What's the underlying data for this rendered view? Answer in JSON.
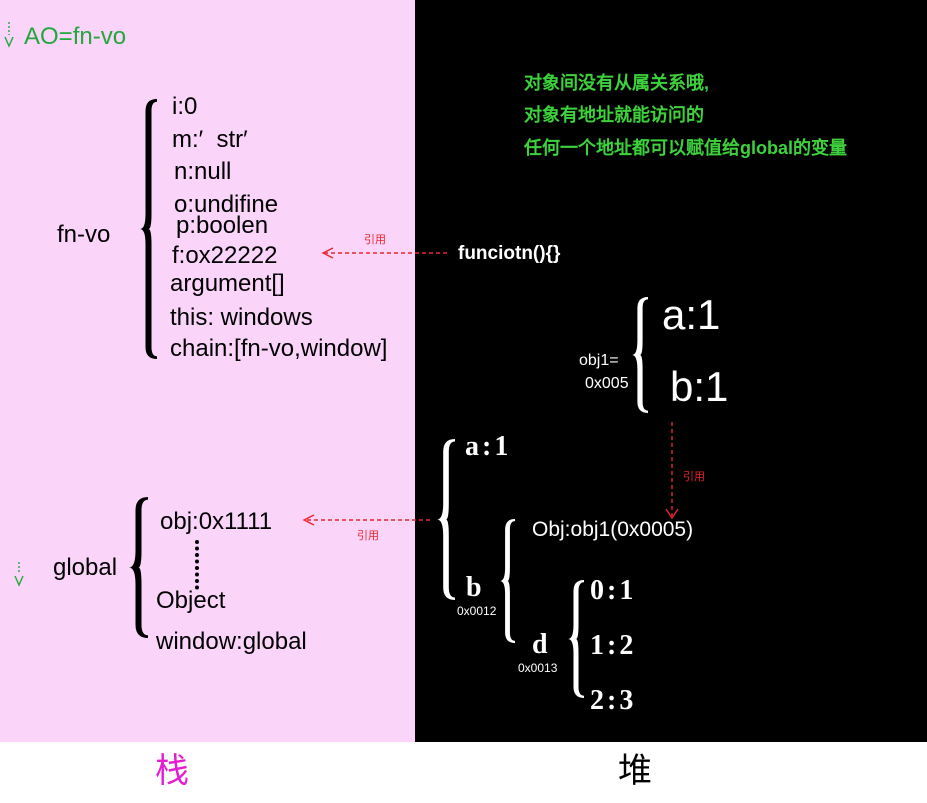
{
  "colors": {
    "stack_background": "#fad4f9",
    "heap_background": "#000000",
    "header_green": "#22a83c",
    "note_green": "#3dd23b",
    "reference_red": "#e8262b",
    "stack_caption": "#e41cd2",
    "heap_caption": "#000000"
  },
  "stack": {
    "caption": "栈",
    "header": "AO=fn-vo",
    "fn_vo": {
      "label": "fn-vo",
      "items": [
        "i:0",
        "m:′  str′",
        "n:null",
        "o:undifine",
        "p:boolen",
        "f:ox22222",
        "argument[]",
        "this: windows",
        "chain:[fn-vo,window]"
      ]
    },
    "global": {
      "label": "global",
      "items": [
        "obj:0x1111",
        "Object",
        "window:global"
      ]
    }
  },
  "heap": {
    "caption": "堆",
    "notes": [
      "对象间没有从属关系哦,",
      "对象有地址就能访问的",
      "任何一个地址都可以赋值给global的变量"
    ],
    "function_object": "funciotn(){}",
    "obj1": {
      "name": "obj1=",
      "address": "0x005",
      "items": [
        "a:1",
        "b:1"
      ]
    },
    "global_obj": {
      "a": "a:1",
      "b": {
        "key": "b",
        "address": "0x0012",
        "obj_ref": "Obj:obj1(0x0005)",
        "d": {
          "key": "d",
          "address": "0x0013",
          "items": [
            "0:1",
            "1:2",
            "2:3"
          ]
        }
      }
    }
  },
  "references": [
    {
      "label": "引用"
    },
    {
      "label": "引用"
    },
    {
      "label": "引用"
    }
  ]
}
